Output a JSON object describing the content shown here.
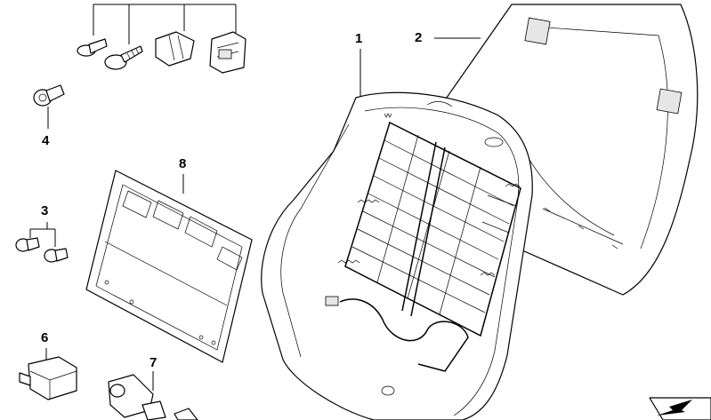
{
  "callouts": {
    "c1": "1",
    "c2": "2",
    "c3": "3",
    "c4": "4",
    "c6": "6",
    "c7": "7",
    "c8": "8"
  },
  "colors": {
    "line": "#000000",
    "background": "#ffffff",
    "shade": "#e6e6e6"
  },
  "icons": [
    "arrow-logo-icon"
  ]
}
